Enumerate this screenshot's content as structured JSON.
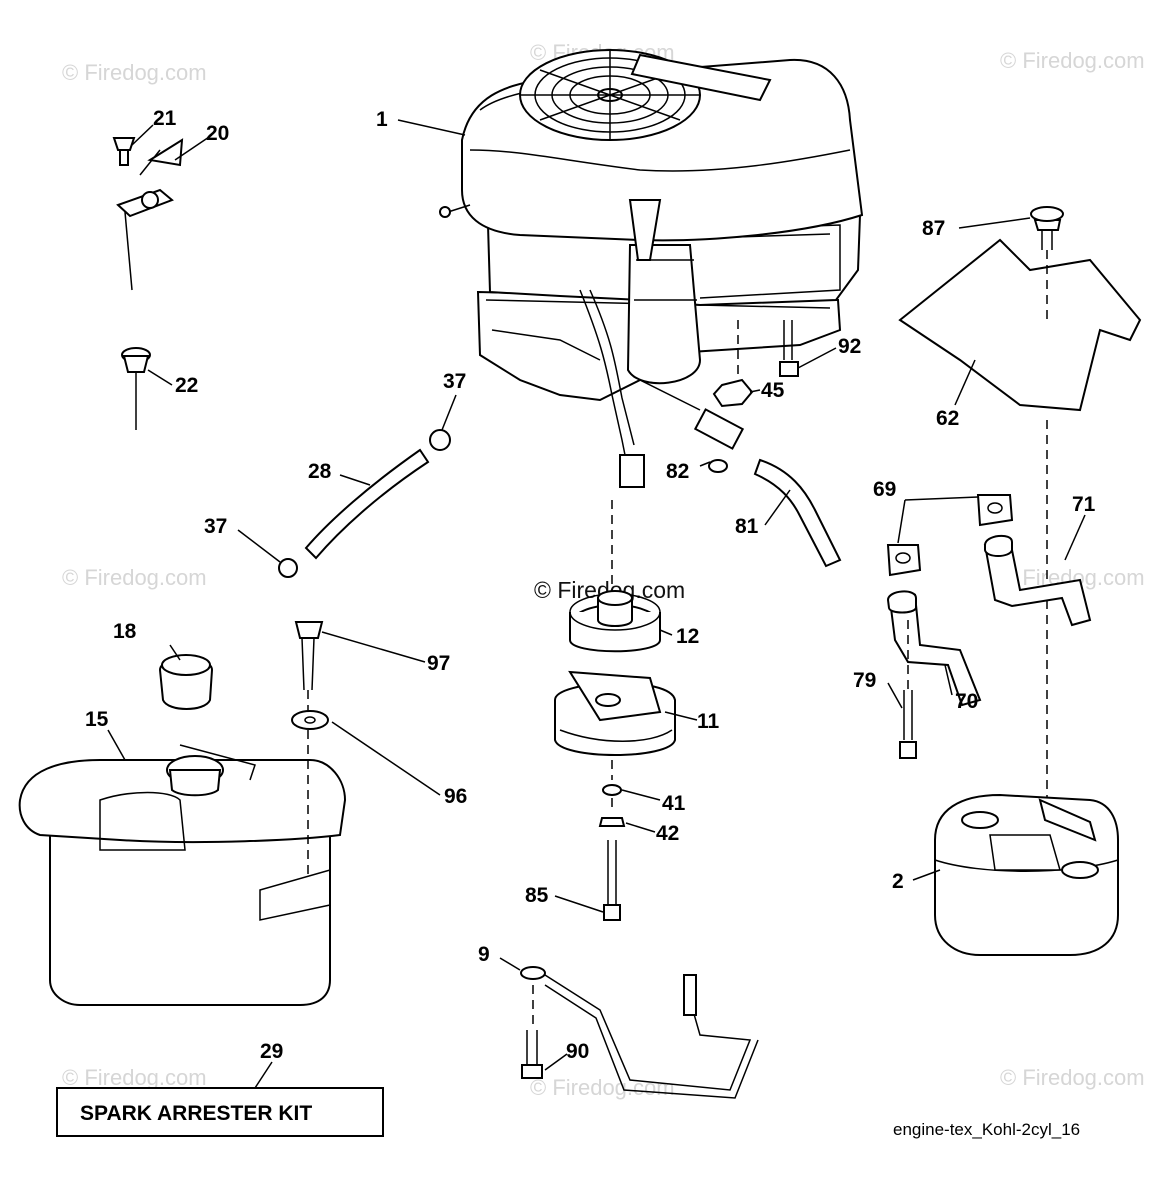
{
  "watermark": {
    "text": "© Firedog.com",
    "center_text": "© Firedog.com"
  },
  "kit_label": "SPARK ARRESTER KIT",
  "diagram_code": "engine-tex_Kohl-2cyl_16",
  "callouts": {
    "c1": "1",
    "c2": "2",
    "c9": "9",
    "c11": "11",
    "c12": "12",
    "c15": "15",
    "c18": "18",
    "c20": "20",
    "c21": "21",
    "c22": "22",
    "c28": "28",
    "c29": "29",
    "c37a": "37",
    "c37b": "37",
    "c41": "41",
    "c42": "42",
    "c45": "45",
    "c62": "62",
    "c69": "69",
    "c70": "70",
    "c71": "71",
    "c79": "79",
    "c81": "81",
    "c82": "82",
    "c85": "85",
    "c87": "87",
    "c90": "90",
    "c92": "92",
    "c96": "96",
    "c97": "97"
  }
}
